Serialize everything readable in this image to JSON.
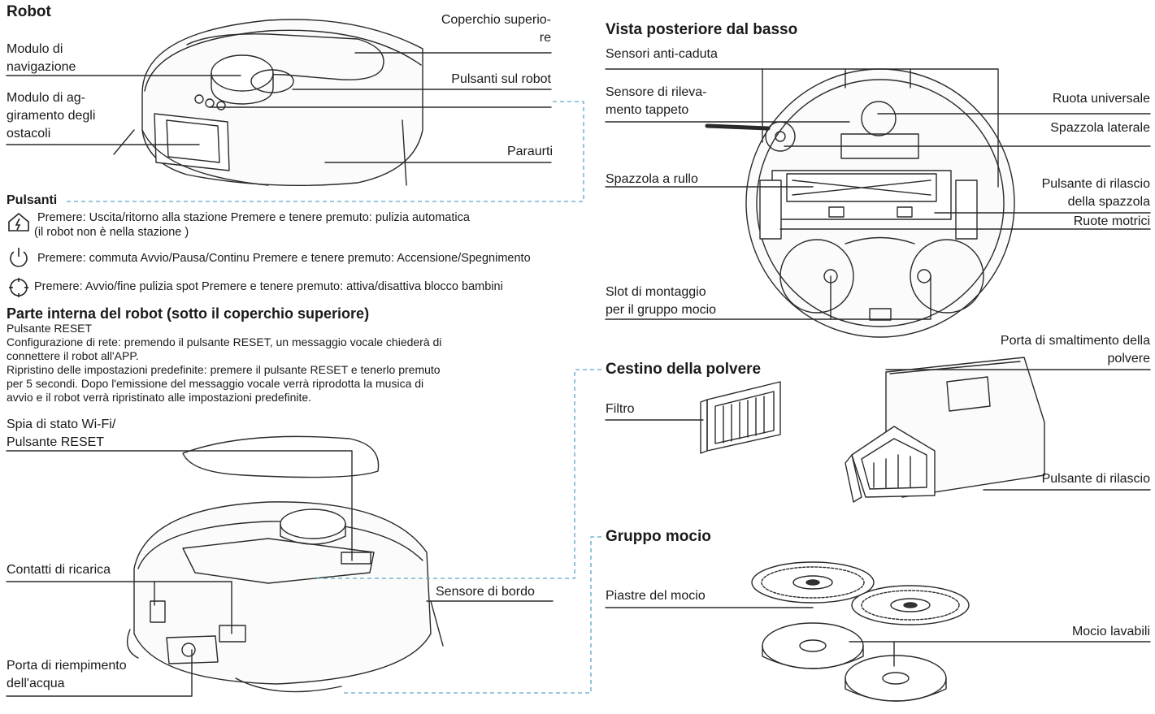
{
  "robot": {
    "title": "Robot",
    "labels": {
      "coperchio": [
        "Coperchio superio-",
        "re"
      ],
      "navigazione": [
        "Modulo di",
        "navigazione"
      ],
      "pulsanti_robot": "Pulsanti sul robot",
      "aggiramento": [
        "Modulo di ag-",
        "giramento degli",
        "ostacoli"
      ],
      "paraurti": "Paraurti"
    }
  },
  "pulsanti": {
    "title": "Pulsanti",
    "rows": [
      {
        "icon": "home-icon",
        "text": "Premere: Uscita/ritorno alla stazione   Premere e tenere premuto: pulizia automatica",
        "sub": "(il robot non è nella stazione )"
      },
      {
        "icon": "power-icon",
        "text": "Premere: commuta Avvio/Pausa/Continu Premere e tenere premuto: Accensione/Spegnimento"
      },
      {
        "icon": "spot-icon",
        "text": "Premere: Avvio/fine pulizia spot   Premere e tenere premuto: attiva/disattiva blocco bambini"
      }
    ]
  },
  "interna": {
    "title": "Parte interna del robot (sotto il coperchio superiore)",
    "lines": [
      "Pulsante RESET",
      "Configurazione di rete: premendo il pulsante RESET, un messaggio vocale chiederà di",
      "connettere il robot all'APP.",
      "Ripristino delle impostazioni predefinite: premere il pulsante RESET e tenerlo premuto",
      "per 5 secondi. Dopo l'emissione del messaggio vocale verrà riprodotta la musica di",
      "avvio e il robot verrà ripristinato alle impostazioni predefinite."
    ],
    "labels": {
      "wifi": [
        "Spia di stato Wi-Fi/",
        "Pulsante RESET"
      ],
      "contatti": "Contatti di ricarica",
      "bordo": "Sensore di bordo",
      "acqua": [
        "Porta di riempimento",
        "dell'acqua"
      ]
    }
  },
  "vista": {
    "title": "Vista posteriore dal basso",
    "labels": {
      "anticaduta": "Sensori anti-caduta",
      "tappeto": [
        "Sensore di rileva-",
        "mento tappeto"
      ],
      "universale": "Ruota universale",
      "laterale": "Spazzola laterale",
      "rullo": "Spazzola a rullo",
      "rilascio_spazzola": [
        "Pulsante di rilascio",
        "della spazzola"
      ],
      "motrici": "Ruote motrici",
      "slot": [
        "Slot di montaggio",
        "per il gruppo mocio"
      ]
    }
  },
  "cestino": {
    "title": "Cestino della polvere",
    "labels": {
      "smaltimento": [
        "Porta di smaltimento della",
        "polvere"
      ],
      "filtro": "Filtro",
      "rilascio": "Pulsante di rilascio"
    }
  },
  "mocio": {
    "title": "Gruppo mocio",
    "labels": {
      "piastre": "Piastre del mocio",
      "lavabili": "Mocio lavabili"
    }
  },
  "colors": {
    "text": "#1a1a1a",
    "dashed": "#5aa6c8",
    "accent": "#1e88c9"
  }
}
